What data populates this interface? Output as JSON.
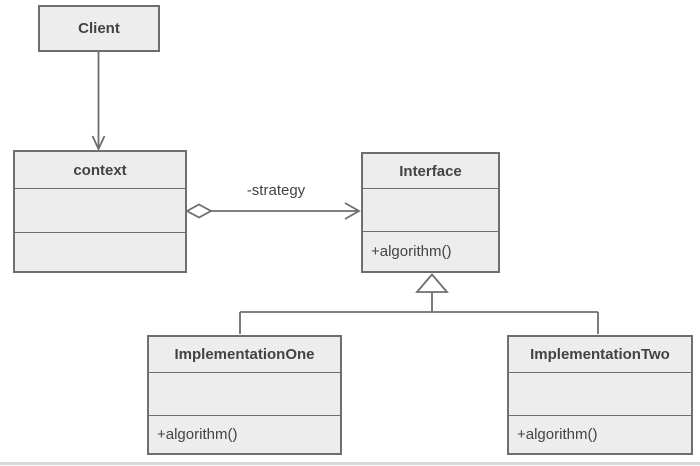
{
  "diagram": {
    "colors": {
      "background": "#ffffff",
      "box_fill": "#ededed",
      "box_border": "#6e6e6e",
      "connector": "#6e6e6e",
      "text": "#434343"
    },
    "classes": [
      {
        "name": "Client",
        "attributes": [],
        "methods": []
      },
      {
        "name": "context",
        "attributes": [],
        "methods": []
      },
      {
        "name": "Interface",
        "attributes": [],
        "methods": [
          "+algorithm()"
        ]
      },
      {
        "name": "ImplementationOne",
        "attributes": [],
        "methods": [
          "+algorithm()"
        ]
      },
      {
        "name": "ImplementationTwo",
        "attributes": [],
        "methods": [
          "+algorithm()"
        ]
      }
    ],
    "relationships": [
      {
        "from": "Client",
        "to": "context",
        "type": "directed-association",
        "label": ""
      },
      {
        "from": "context",
        "to": "Interface",
        "type": "aggregation",
        "label": "-strategy"
      },
      {
        "from": "ImplementationOne",
        "to": "Interface",
        "type": "generalization",
        "label": ""
      },
      {
        "from": "ImplementationTwo",
        "to": "Interface",
        "type": "generalization",
        "label": ""
      }
    ]
  }
}
